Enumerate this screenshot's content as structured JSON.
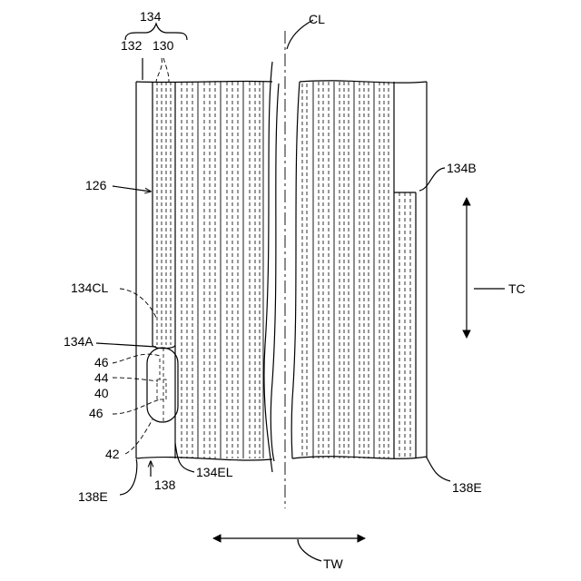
{
  "labels": {
    "l134": "134",
    "l132": "132",
    "l130": "130",
    "lCL": "CL",
    "l126": "126",
    "l134B": "134B",
    "lTC": "TC",
    "l134CL": "134CL",
    "l134A": "134A",
    "l46a": "46",
    "l44": "44",
    "l40": "40",
    "l46b": "46",
    "l42": "42",
    "l138": "138",
    "l134EL": "134EL",
    "l138E_left": "138E",
    "l138E_right": "138E",
    "lTW": "TW"
  }
}
